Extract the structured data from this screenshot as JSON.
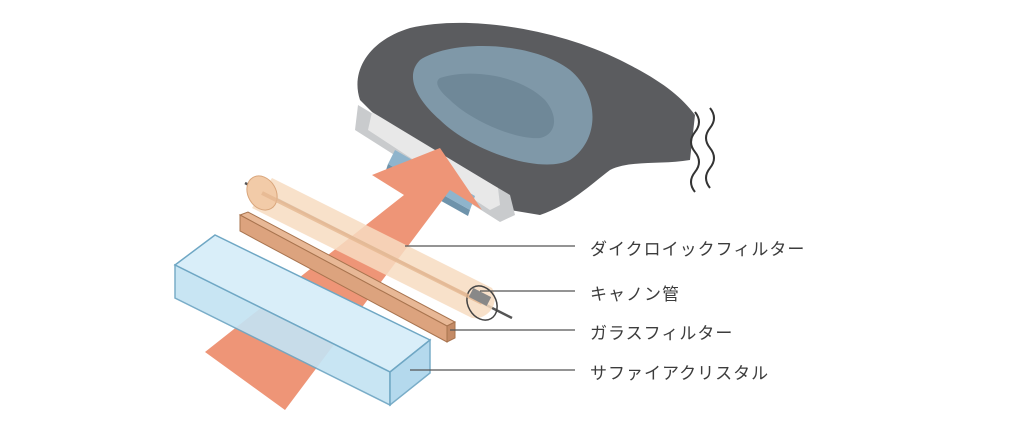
{
  "labels": {
    "dichroic_filter": "ダイクロイックフィルター",
    "xenon_tube": "キャノン管",
    "glass_filter": "ガラスフィルター",
    "sapphire_crystal": "サファイアクリスタル"
  },
  "colors": {
    "device_body": "#5b5c5f",
    "device_window": "#8aa3b3",
    "arrow": "#ee9577",
    "tube_fill": "#f7dcc1",
    "glass_filter": "#dca37e",
    "sapphire": "#c4e3f3",
    "leader_line": "#555555"
  }
}
